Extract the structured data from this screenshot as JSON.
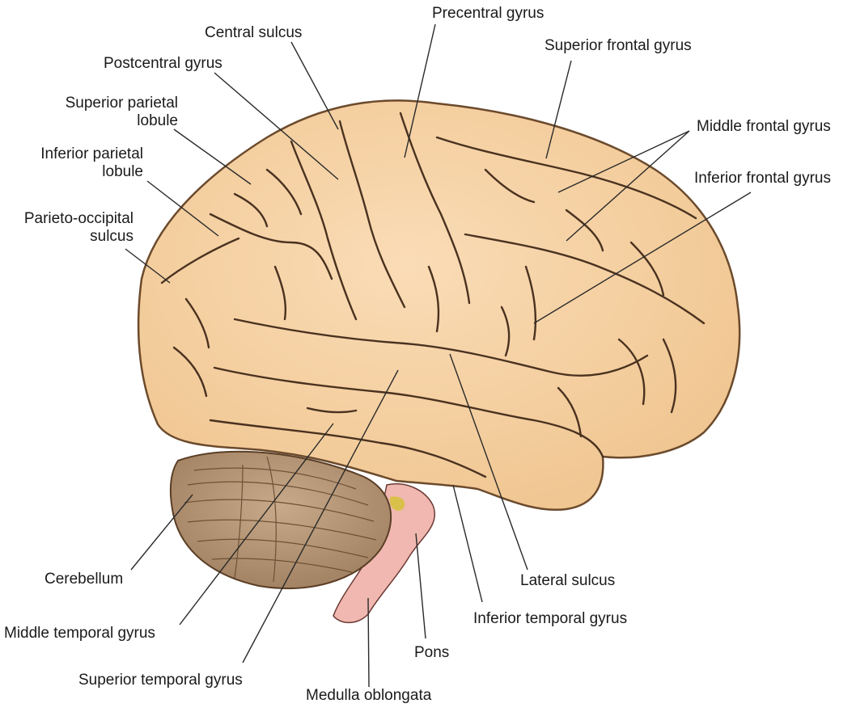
{
  "labels": {
    "precentral_gyrus": "Precentral gyrus",
    "central_sulcus": "Central sulcus",
    "superior_frontal_gyrus": "Superior frontal gyrus",
    "postcentral_gyrus": "Postcentral gyrus",
    "superior_parietal_lobule_1": "Superior parietal",
    "superior_parietal_lobule_2": "lobule",
    "middle_frontal_gyrus": "Middle frontal gyrus",
    "inferior_parietal_lobule_1": "Inferior parietal",
    "inferior_parietal_lobule_2": "lobule",
    "inferior_frontal_gyrus": "Inferior frontal gyrus",
    "parieto_occipital_sulcus_1": "Parieto-occipital",
    "parieto_occipital_sulcus_2": "sulcus",
    "cerebellum": "Cerebellum",
    "lateral_sulcus": "Lateral sulcus",
    "middle_temporal_gyrus": "Middle temporal gyrus",
    "inferior_temporal_gyrus": "Inferior temporal gyrus",
    "pons": "Pons",
    "superior_temporal_gyrus": "Superior temporal gyrus",
    "medulla_oblongata": "Medulla oblongata"
  },
  "colors": {
    "cerebrum": "#f7d2a6",
    "cerebrum_outline": "#6b4a2c",
    "sulcus": "#4a3220",
    "cerebellum": "#b89a7c",
    "cerebellum_lines": "#6e5236",
    "brainstem": "#f0b8b0",
    "leader": "#2a2a2a"
  }
}
